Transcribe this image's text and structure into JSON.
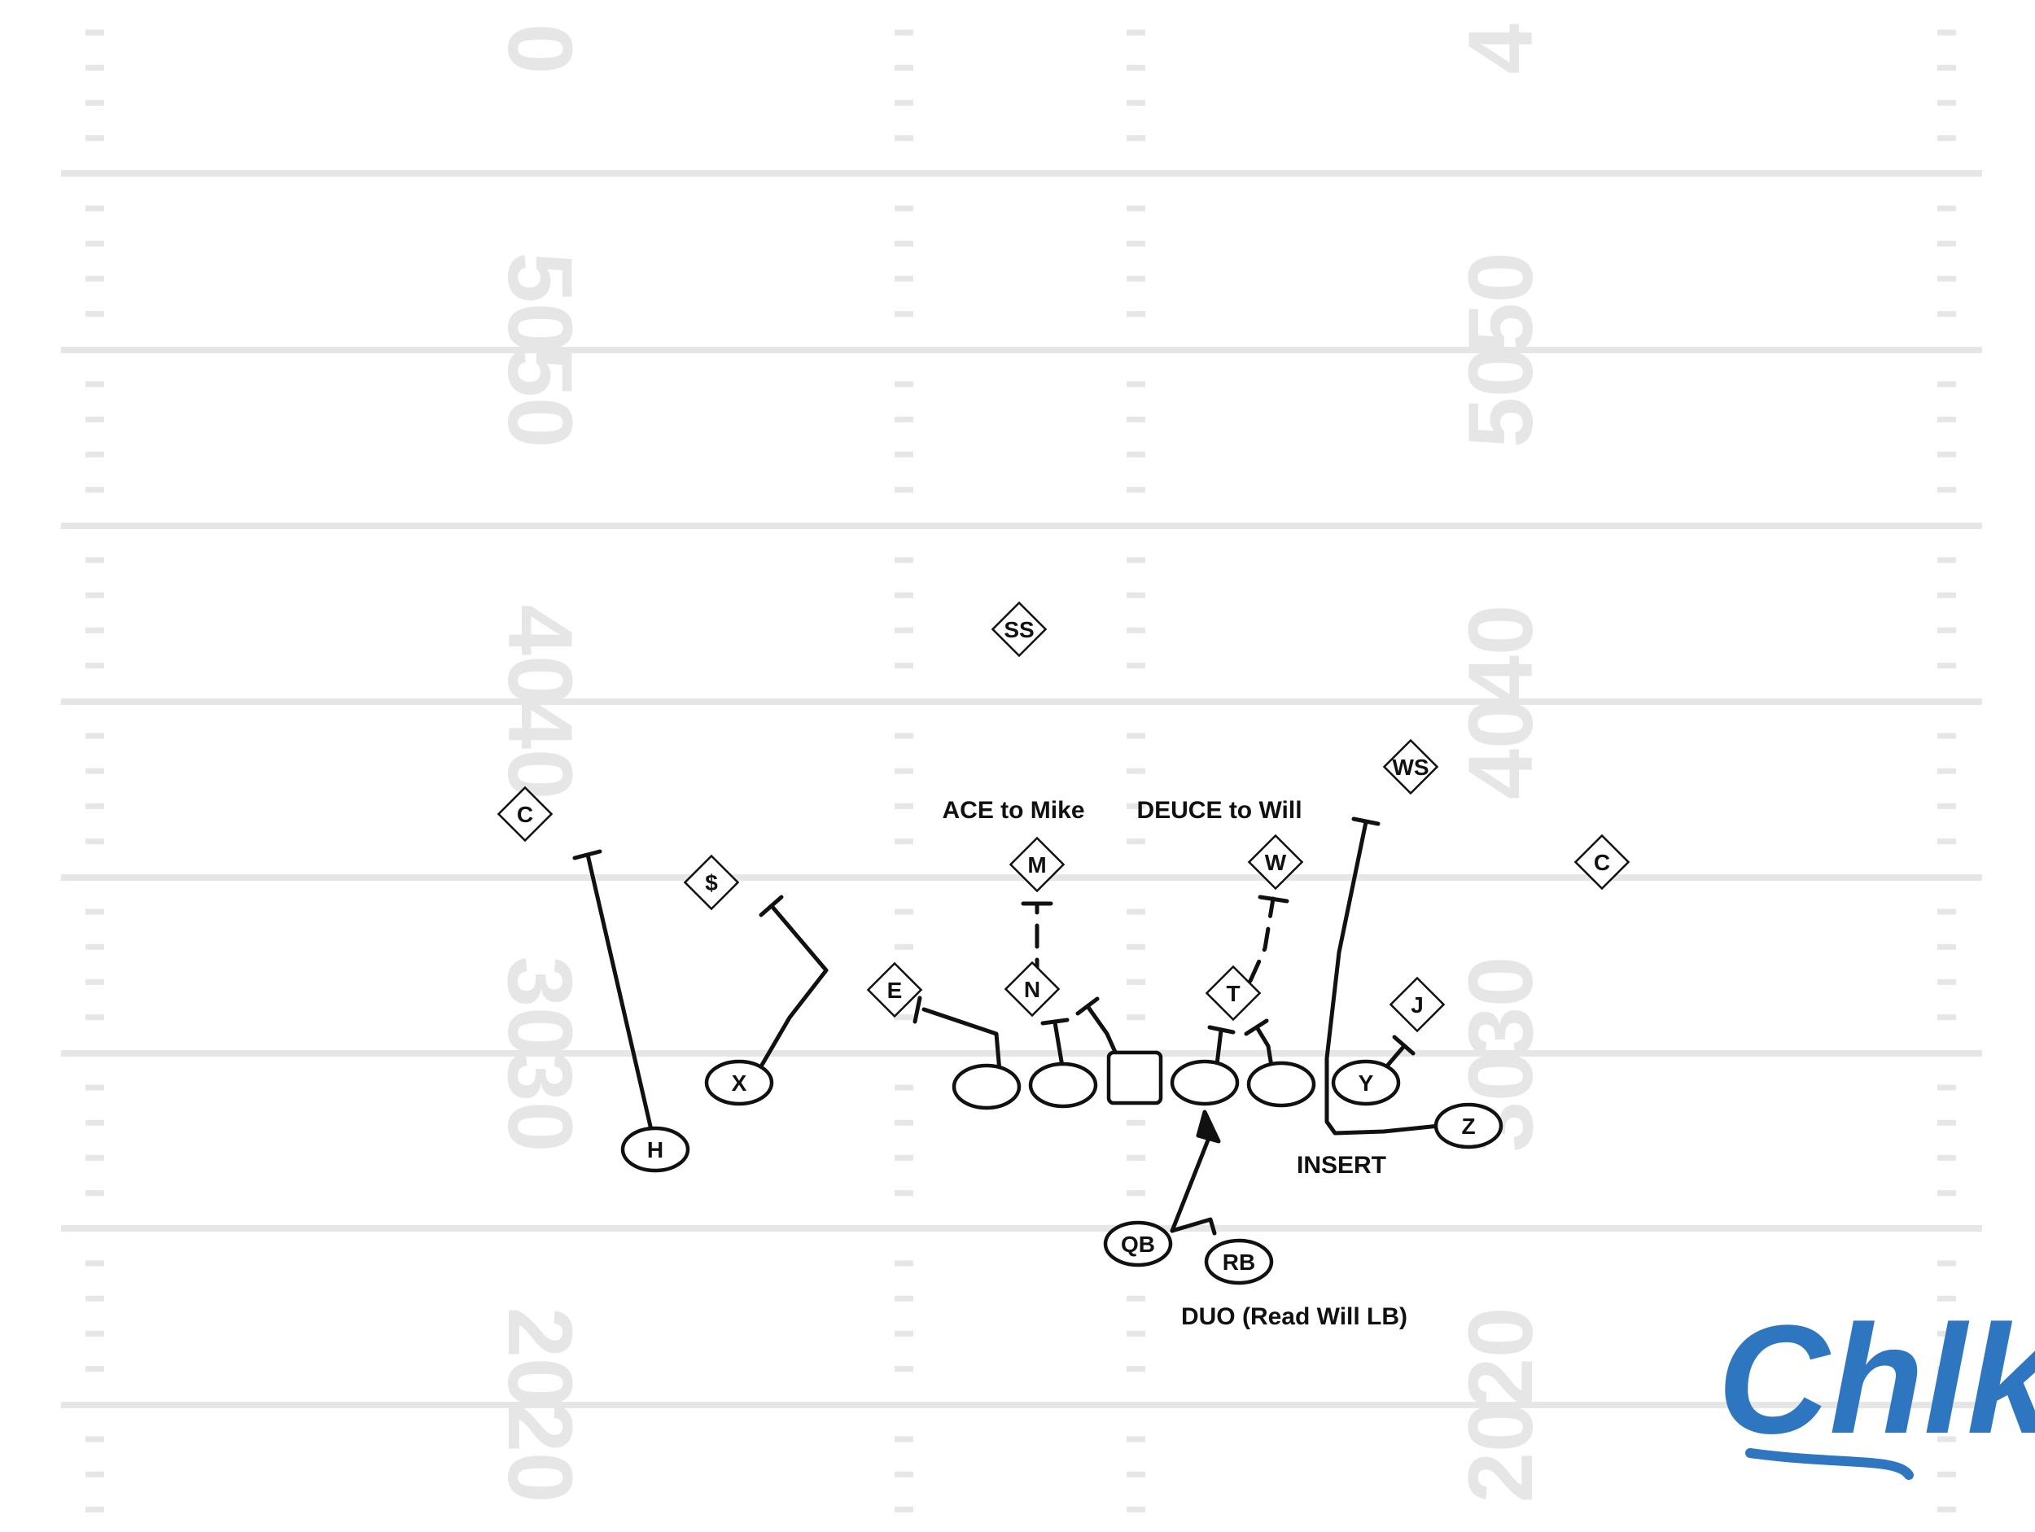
{
  "field": {
    "yard_numbers_left": [
      "0",
      "50",
      "50",
      "40",
      "40",
      "30",
      "30",
      "20",
      "20"
    ],
    "yard_numbers_right": [
      "4",
      "50",
      "50",
      "40",
      "40",
      "30",
      "30",
      "20",
      "20"
    ]
  },
  "defense": {
    "c_left": "C",
    "dollar": "$",
    "ss": "SS",
    "ws": "WS",
    "c_right": "C",
    "m": "M",
    "w": "W",
    "e": "E",
    "n": "N",
    "t": "T",
    "j": "J"
  },
  "offense": {
    "x": "X",
    "h": "H",
    "y": "Y",
    "z": "Z",
    "qb": "QB",
    "rb": "RB"
  },
  "notes": {
    "ace": "ACE to Mike",
    "deuce": "DEUCE to Will",
    "insert": "INSERT",
    "duo": "DUO (Read Will LB)"
  },
  "logo": {
    "text": "Chlk",
    "color": "#2f76c1"
  }
}
